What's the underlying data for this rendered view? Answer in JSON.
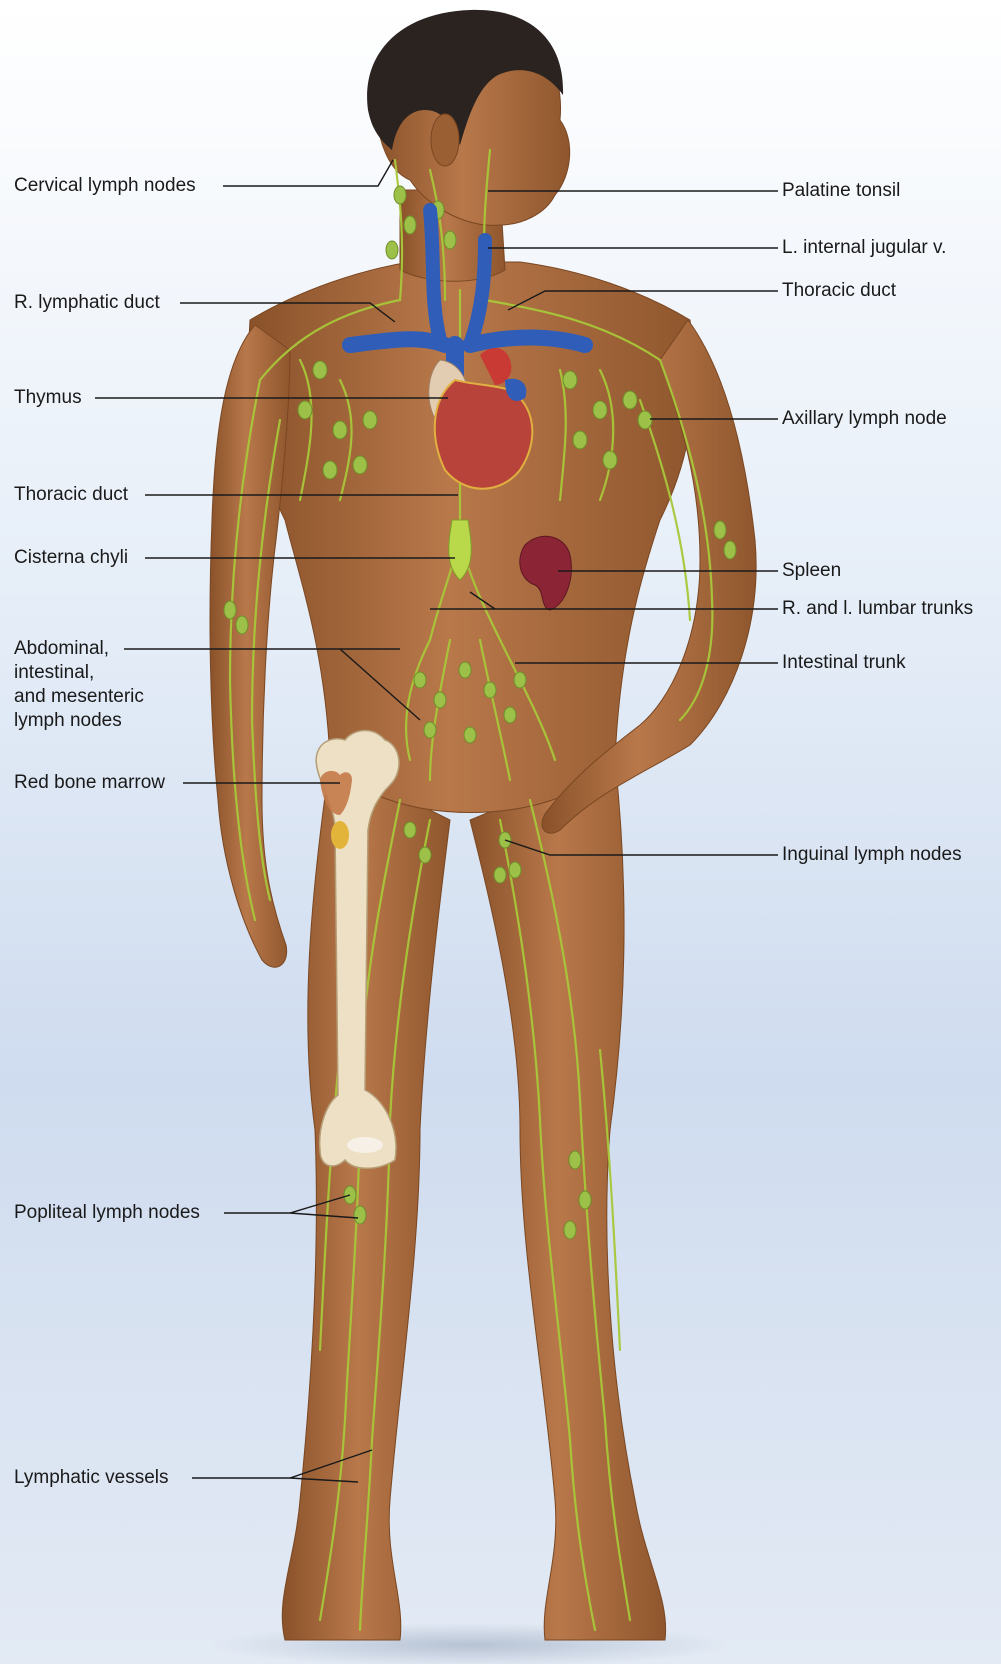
{
  "figure": {
    "labels_left": {
      "cervical_lymph_nodes": "Cervical lymph nodes",
      "r_lymphatic_duct": "R. lymphatic duct",
      "thymus": "Thymus",
      "thoracic_duct": "Thoracic duct",
      "cisterna_chyli": "Cisterna chyli",
      "abdominal_nodes": "Abdominal,\nintestinal,\nand mesenteric\nlymph nodes",
      "red_bone_marrow": "Red bone marrow",
      "popliteal_lymph_nodes": "Popliteal lymph nodes",
      "lymphatic_vessels": "Lymphatic vessels"
    },
    "labels_right": {
      "palatine_tonsil": "Palatine tonsil",
      "l_internal_jugular_v": "L. internal jugular v.",
      "thoracic_duct": "Thoracic duct",
      "axillary_lymph_node": "Axillary lymph node",
      "spleen": "Spleen",
      "r_and_l_lumbar_trunks": "R. and l. lumbar trunks",
      "intestinal_trunk": "Intestinal trunk",
      "inguinal_lymph_nodes": "Inguinal lymph nodes"
    },
    "colors": {
      "skin": "#b0703f",
      "skin_shadow": "#8a522a",
      "hair": "#2a2320",
      "lymph": "#a8c83a",
      "node": "#9cc048",
      "vein": "#2f5db8",
      "heart": "#b8433a",
      "spleen": "#8b2535",
      "bone": "#eee0c4",
      "leader": "#1a1a1a"
    }
  }
}
